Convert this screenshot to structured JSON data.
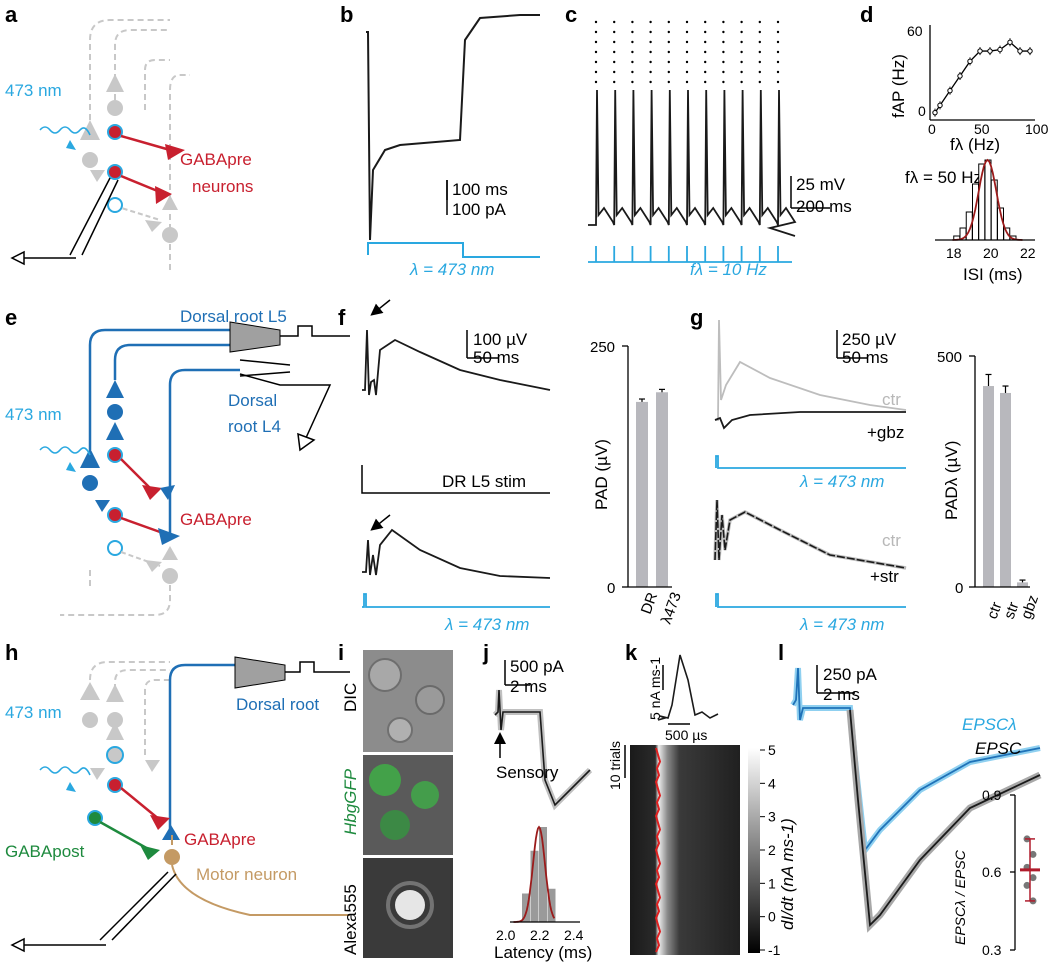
{
  "panels": {
    "a": {
      "label": "a",
      "light": "473 nm",
      "cell_label_1": "GABApre",
      "cell_label_2": "neurons"
    },
    "b": {
      "label": "b",
      "scale_time": "100 ms",
      "scale_amp": "100 pA",
      "stim": "λ = 473 nm"
    },
    "c": {
      "label": "c",
      "scale_amp": "25 mV",
      "scale_time": "200 ms",
      "stim": "fλ = 10 Hz"
    },
    "d": {
      "label": "d",
      "ylabel": "fAP (Hz)",
      "xlabel": "fλ (Hz)",
      "y_tick_60": "60",
      "y_tick_0": "0",
      "x_tick_0": "0",
      "x_tick_50": "50",
      "x_tick_100": "100",
      "hist_note": "fλ = 50 Hz",
      "hist_xlabel": "ISI (ms)",
      "hist_x1": "18",
      "hist_x2": "20",
      "hist_x3": "22"
    },
    "e": {
      "label": "e",
      "light": "473 nm",
      "root1": "Dorsal root L5",
      "root2a": "Dorsal",
      "root2b": "root L4",
      "cell": "GABApre"
    },
    "f": {
      "label": "f",
      "scale_amp": "100 µV",
      "scale_time": "50 ms",
      "stim1": "DR L5 stim",
      "stim2": "λ = 473 nm",
      "bar_ylabel": "PAD (µV)",
      "bar_y250": "250",
      "bar_y0": "0",
      "bar_x1": "DR",
      "bar_x2": "λ473"
    },
    "g": {
      "label": "g",
      "scale_amp": "250 µV",
      "scale_time": "50 ms",
      "ctr1": "ctr",
      "drug1": "+gbz",
      "stim1": "λ = 473 nm",
      "ctr2": "ctr",
      "drug2": "+str",
      "stim2": "λ = 473 nm",
      "bar_ylabel": "PADλ (µV)",
      "bar_y500": "500",
      "bar_y0": "0",
      "bar_x1": "ctr",
      "bar_x2": "str",
      "bar_x3": "gbz"
    },
    "h": {
      "label": "h",
      "light": "473 nm",
      "root": "Dorsal root",
      "pre": "GABApre",
      "post": "GABApost",
      "motor": "Motor neuron"
    },
    "i": {
      "label": "i",
      "row1": "DIC",
      "row2": "HbgGFP",
      "row3": "Alexa555"
    },
    "j": {
      "label": "j",
      "scale_amp": "500 pA",
      "scale_time": "2 ms",
      "sensory": "Sensory",
      "xlabel": "Latency (ms)",
      "x1": "2.0",
      "x2": "2.2",
      "x3": "2.4"
    },
    "k": {
      "label": "k",
      "scale_amp": "5 nA ms-1",
      "scale_time": "500 µs",
      "trials": "10 trials",
      "cbar_label": "dI/dt (nA ms-1)",
      "cbar_ticks": [
        "5",
        "4",
        "3",
        "2",
        "1",
        "0",
        "-1"
      ]
    },
    "l": {
      "label": "l",
      "scale_amp": "250 pA",
      "scale_time": "2 ms",
      "legend1": "EPSCλ",
      "legend2": "EPSC",
      "inset_ylabel": "EPSCλ / EPSC",
      "inset_y1": "0.9",
      "inset_y2": "0.6",
      "inset_y3": "0.3"
    }
  },
  "chart_data": [
    {
      "type": "line",
      "panel": "d-top",
      "xlabel": "fλ (Hz)",
      "ylabel": "fAP (Hz)",
      "x": [
        5,
        10,
        20,
        30,
        40,
        50,
        60,
        70,
        80,
        90,
        100
      ],
      "y": [
        5,
        10,
        20,
        30,
        40,
        47,
        47,
        48,
        53,
        47,
        47
      ],
      "xlim": [
        0,
        100
      ],
      "ylim": [
        0,
        60
      ]
    },
    {
      "type": "bar",
      "panel": "d-bottom",
      "xlabel": "ISI (ms)",
      "categories": [
        "18.75",
        "19.0",
        "19.25",
        "19.5",
        "19.75",
        "20.0",
        "20.25",
        "20.5",
        "20.75",
        "21.0"
      ],
      "values": [
        0.05,
        0.15,
        0.35,
        0.7,
        0.95,
        1.0,
        0.75,
        0.4,
        0.15,
        0.05
      ],
      "xlim": [
        18,
        22
      ]
    },
    {
      "type": "bar",
      "panel": "f-bar",
      "ylabel": "PAD (µV)",
      "categories": [
        "DR",
        "λ473"
      ],
      "values": [
        192,
        202
      ],
      "errors": [
        3,
        3
      ],
      "ylim": [
        0,
        250
      ]
    },
    {
      "type": "bar",
      "panel": "g-bar",
      "ylabel": "PADλ (µV)",
      "categories": [
        "ctr",
        "str",
        "gbz"
      ],
      "values": [
        435,
        420,
        10
      ],
      "errors": [
        25,
        15,
        5
      ],
      "ylim": [
        0,
        500
      ]
    },
    {
      "type": "bar",
      "panel": "j-hist",
      "xlabel": "Latency (ms)",
      "categories": [
        "2.1",
        "2.15",
        "2.2",
        "2.25"
      ],
      "values": [
        0.3,
        0.75,
        1.0,
        0.35
      ],
      "xlim": [
        2.0,
        2.4
      ]
    },
    {
      "type": "scatter",
      "panel": "l-inset",
      "ylabel": "EPSCλ / EPSC",
      "x": [
        1,
        1,
        1,
        1,
        1,
        1
      ],
      "y": [
        0.73,
        0.67,
        0.62,
        0.58,
        0.55,
        0.49
      ],
      "mean": 0.61,
      "sd": 0.12,
      "ylim": [
        0.3,
        0.9
      ]
    }
  ]
}
